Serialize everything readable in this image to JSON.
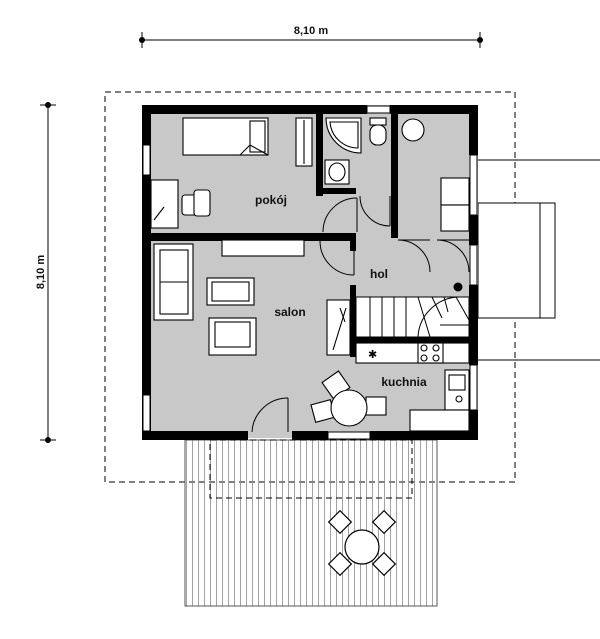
{
  "dimensions": {
    "width_label": "8,10 m",
    "height_label": "8,10 m"
  },
  "rooms": {
    "pokoj": "pokój",
    "salon": "salon",
    "hol": "hol",
    "kuchnia": "kuchnia"
  },
  "colors": {
    "floor": "#c8c8c8",
    "wall": "#000000",
    "furniture_fill": "#ffffff",
    "line": "#333333",
    "background": "#ffffff"
  }
}
